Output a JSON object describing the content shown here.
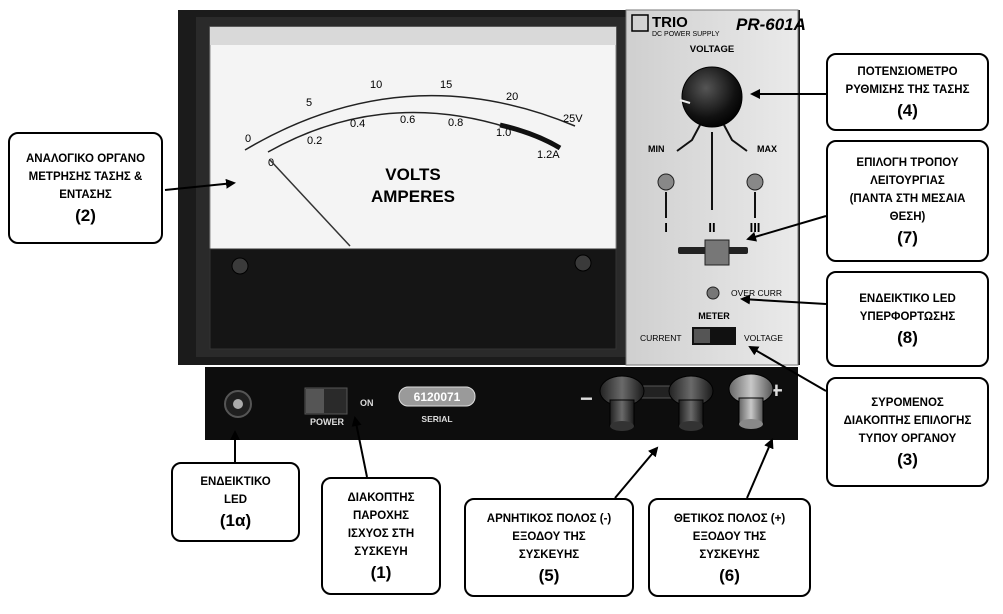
{
  "device": {
    "brand": "TRIO",
    "model": "PR-601A",
    "subtitle": "DC POWER SUPPLY",
    "meter_scale": {
      "volts_ticks": [
        "0",
        "5",
        "10",
        "15",
        "20",
        "25V"
      ],
      "amps_ticks": [
        "0",
        "0.2",
        "0.4",
        "0.6",
        "0.8",
        "1.0",
        "1.2A"
      ],
      "label_volts": "VOLTS",
      "label_amperes": "AMPERES"
    },
    "panel_labels": {
      "voltage": "VOLTAGE",
      "min": "MIN",
      "max": "MAX",
      "mode_i": "I",
      "mode_ii": "II",
      "mode_iii": "III",
      "over_curr": "OVER CURR",
      "meter": "METER",
      "current": "CURRENT",
      "voltage_sw": "VOLTAGE",
      "power": "POWER",
      "on": "ON",
      "serial_number": "6120071",
      "serial": "SERIAL",
      "minus": "−",
      "plus": "+"
    }
  },
  "callouts": [
    {
      "id": "meter",
      "lines": [
        "ΑΝΑΛΟΓΙΚΟ ΟΡΓΑΝΟ",
        "ΜΕΤΡΗΣΗΣ ΤΑΣΗΣ &",
        "ΕΝΤΑΣΗΣ"
      ],
      "number": "(2)"
    },
    {
      "id": "pot",
      "lines": [
        "ΠΟΤΕΝΣΙΟΜΕΤΡΟ",
        "ΡΥΘΜΙΣΗΣ ΤΗΣ ΤΑΣΗΣ"
      ],
      "number": "(4)"
    },
    {
      "id": "mode",
      "lines": [
        "ΕΠΙΛΟΓΗ ΤΡΟΠΟΥ",
        "ΛΕΙΤΟΥΡΓΙΑΣ",
        "(ΠΑΝΤΑ ΣΤΗ ΜΕΣΑΙΑ",
        "ΘΕΣΗ)"
      ],
      "number": "(7)"
    },
    {
      "id": "overload",
      "lines": [
        "ΕΝΔΕΙΚΤΙΚΟ LED",
        "ΥΠΕΡΦΟΡΤΩΣΗΣ"
      ],
      "number": "(8)"
    },
    {
      "id": "meter_switch",
      "lines": [
        "ΣΥΡΟΜΕΝΟΣ",
        "ΔΙΑΚΟΠΤΗΣ ΕΠΙΛΟΓΗΣ",
        "ΤΥΠΟΥ ΟΡΓΑΝΟΥ"
      ],
      "number": "(3)"
    },
    {
      "id": "led",
      "lines": [
        "ΕΝΔΕΙΚΤΙΚΟ",
        "LED"
      ],
      "number": "(1α)"
    },
    {
      "id": "power",
      "lines": [
        "ΔΙΑΚΟΠΤΗΣ",
        "ΠΑΡΟΧΗΣ",
        "ΙΣΧΥΟΣ ΣΤΗ",
        "ΣΥΣΚΕΥΗ"
      ],
      "number": "(1)"
    },
    {
      "id": "negative",
      "lines": [
        "ΑΡΝΗΤΙΚΟΣ ΠΟΛΟΣ (-)",
        "ΕΞΟΔΟΥ ΤΗΣ",
        "ΣΥΣΚΕΥΗΣ"
      ],
      "number": "(5)"
    },
    {
      "id": "positive",
      "lines": [
        "ΘΕΤΙΚΟΣ ΠΟΛΟΣ (+)",
        "ΕΞΟΔΟΥ ΤΗΣ",
        "ΣΥΣΚΕΥΗΣ"
      ],
      "number": "(6)"
    }
  ]
}
